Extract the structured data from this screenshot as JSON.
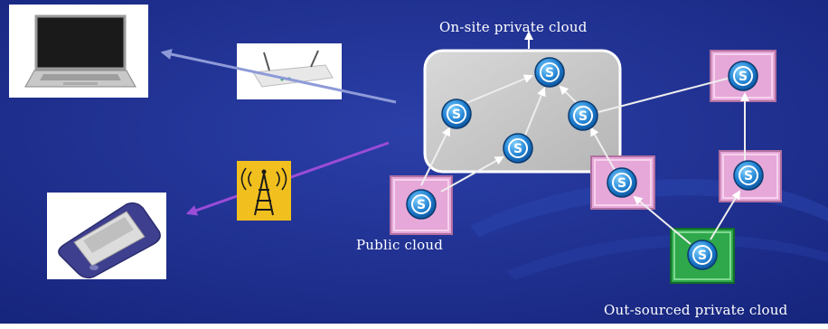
{
  "labels": {
    "onsite": "On-site private cloud",
    "public": "Public cloud",
    "outsourced": "Out-sourced private cloud"
  },
  "server_glyph": "S",
  "colors": {
    "background": "#1d2f8c",
    "cloud_box": "#c9c9c9",
    "pink_node": "#e6a8d8",
    "green_node": "#2ea84a",
    "server_blue": "#1f7fd0",
    "link_line": "#eeeeee",
    "laptop_arrow": "#8e9ad8",
    "tablet_arrow": "#9a4cd8",
    "antenna_bg": "#f2c01e"
  },
  "icons": [
    "laptop-icon",
    "router-icon",
    "cell-tower-icon",
    "tablet-icon",
    "server-icon"
  ]
}
